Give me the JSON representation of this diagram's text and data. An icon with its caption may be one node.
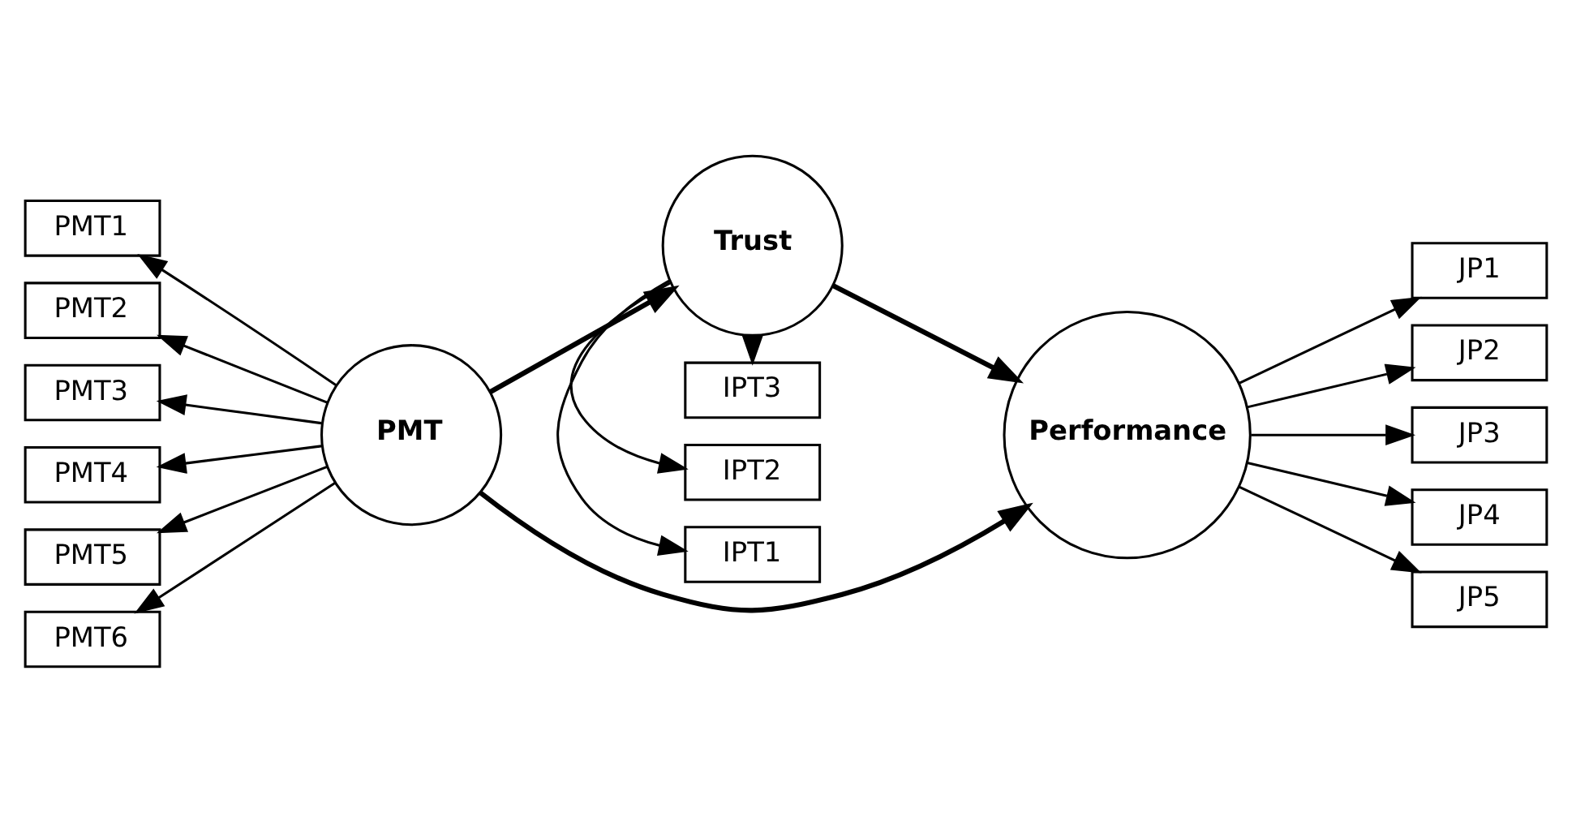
{
  "diagram": {
    "nodes": [
      {
        "text": [
          "IPT1"
        ]
      },
      {
        "text": [
          "IPT2"
        ]
      },
      {
        "text": [
          "IPT3"
        ]
      },
      {
        "text": [
          "Trust"
        ]
      },
      {
        "text": [
          "PMT1"
        ]
      },
      {
        "text": [
          "PMT2"
        ]
      },
      {
        "text": [
          "PMT3"
        ]
      },
      {
        "text": [
          "PMT4"
        ]
      },
      {
        "text": [
          "PMT5"
        ]
      },
      {
        "text": [
          "PMT6"
        ]
      },
      {
        "text": [
          "JP1"
        ]
      },
      {
        "text": [
          "JP2"
        ]
      },
      {
        "text": [
          "JP3"
        ]
      },
      {
        "text": [
          "JP4"
        ]
      },
      {
        "text": [
          "JP5"
        ]
      },
      {
        "text": [
          "PMT"
        ]
      },
      {
        "text": [
          "Performance"
        ]
      }
    ],
    "edges": [
      {
        "from": 3,
        "to": 0,
        "arrow": "to"
      },
      {
        "from": 3,
        "to": 1,
        "arrow": "to"
      },
      {
        "from": 3,
        "to": 2,
        "arrow": "to"
      },
      {
        "from": 15,
        "to": 4,
        "arrow": "to"
      },
      {
        "from": 15,
        "to": 5,
        "arrow": "to"
      },
      {
        "from": 15,
        "to": 6,
        "arrow": "to"
      },
      {
        "from": 15,
        "to": 7,
        "arrow": "to"
      },
      {
        "from": 15,
        "to": 8,
        "arrow": "to"
      },
      {
        "from": 15,
        "to": 9,
        "arrow": "to"
      },
      {
        "from": 15,
        "to": 3,
        "arrow": "to",
        "style": "thick"
      },
      {
        "from": 3,
        "to": 16,
        "arrow": "to",
        "style": "thick"
      },
      {
        "from": 15,
        "to": 16,
        "arrow": "to",
        "style": "thick"
      },
      {
        "from": 16,
        "to": 10,
        "arrow": "to"
      },
      {
        "from": 16,
        "to": 11,
        "arrow": "to"
      },
      {
        "from": 16,
        "to": 12,
        "arrow": "to"
      },
      {
        "from": 16,
        "to": 13,
        "arrow": "to"
      },
      {
        "from": 16,
        "to": 14,
        "arrow": "to"
      }
    ]
  }
}
